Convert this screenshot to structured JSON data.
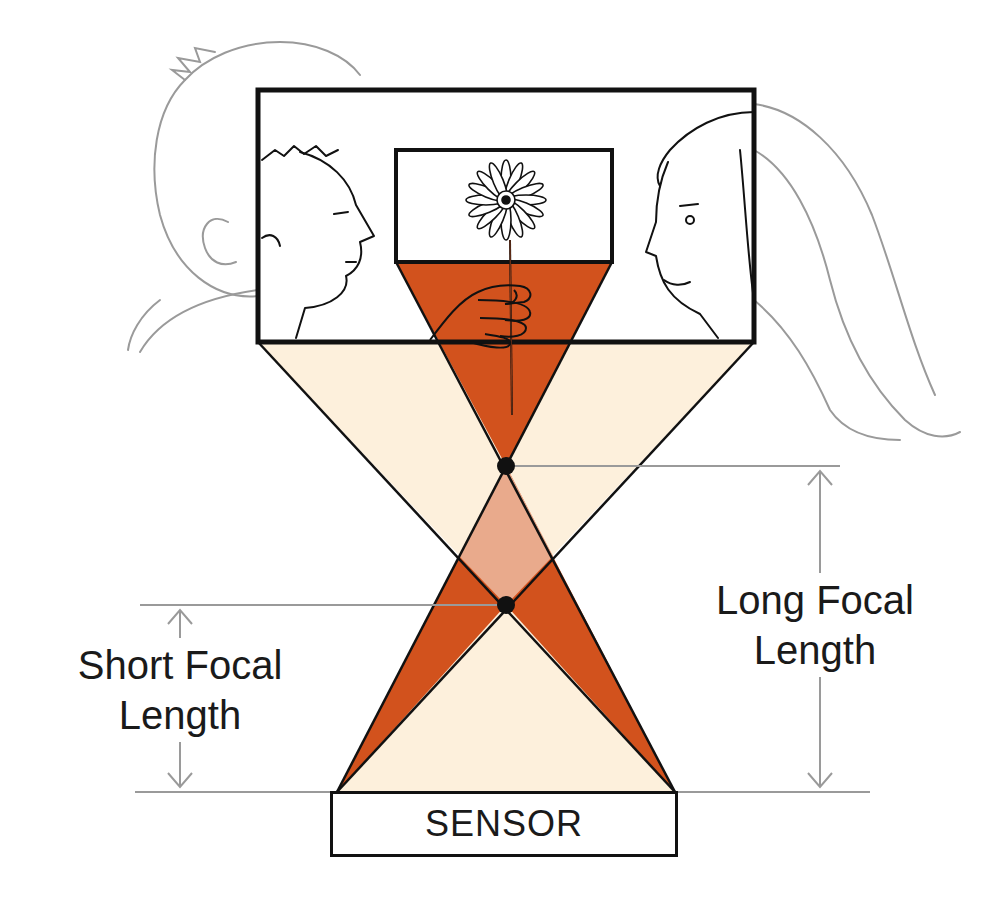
{
  "diagram": {
    "nodes": [
      {
        "text": [
          "SENSOR"
        ]
      }
    ],
    "labels": [
      "Short Focal Length",
      "Long Focal Length"
    ]
  }
}
